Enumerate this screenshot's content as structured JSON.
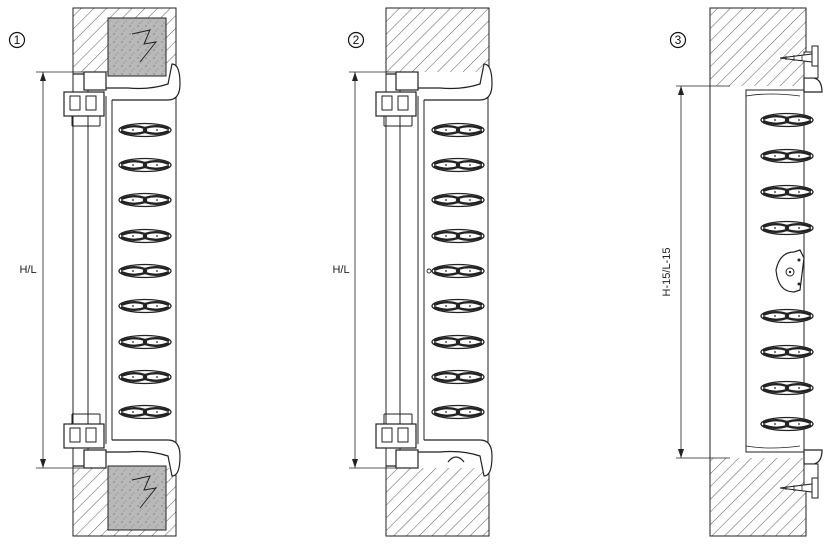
{
  "figures": [
    {
      "number": "1",
      "dimension_label": "H/L",
      "fill_type": "concrete",
      "louvers": 9
    },
    {
      "number": "2",
      "dimension_label": "H/L",
      "fill_type": "none",
      "louvers": 9
    },
    {
      "number": "3",
      "dimension_label": "H-15/L-15",
      "fill_type": "screw",
      "louvers": 8
    }
  ],
  "colors": {
    "stroke": "#222222",
    "hatch": "#555555",
    "concrete": "#b9b9b9",
    "blade": "#333333"
  }
}
